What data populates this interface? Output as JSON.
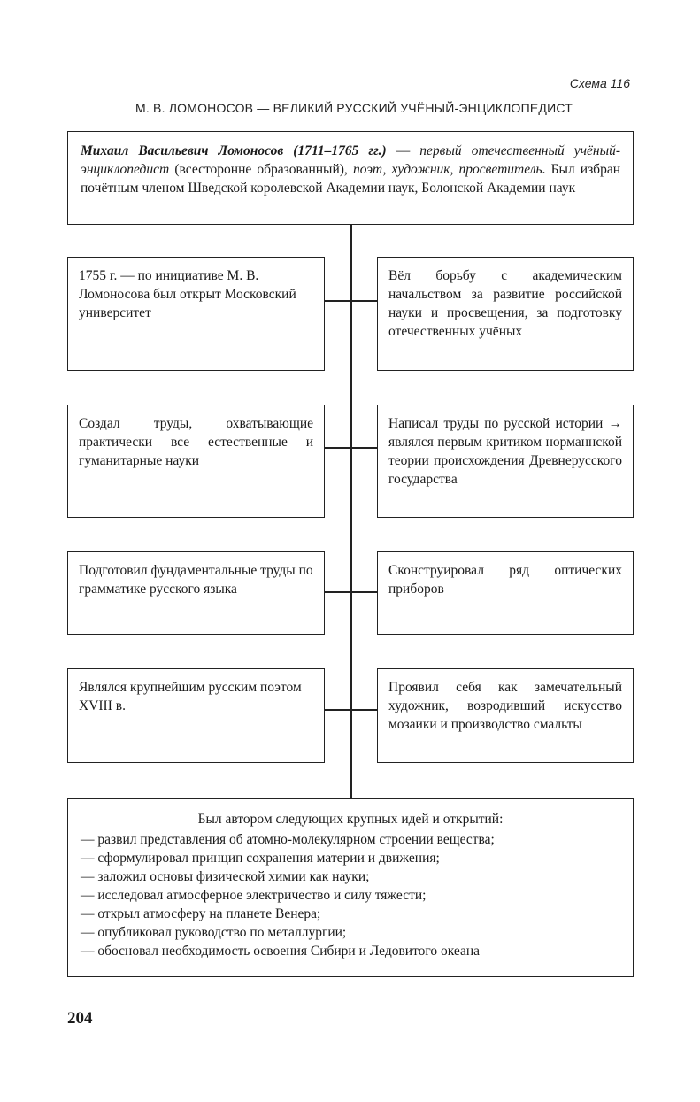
{
  "scheme_label": "Схема 116",
  "title": "М. В. ЛОМОНОСОВ — ВЕЛИКИЙ РУССКИЙ УЧЁНЫЙ-ЭНЦИКЛОПЕДИСТ",
  "intro": {
    "name": "Михаил Васильевич Ломоносов (1711–1765 гг.)",
    "dash": " — ",
    "role": "первый отечественный учёный-энциклопедист",
    "clarification": " (всесторонне образованный), ",
    "roles2": "поэт, художник, просветитель",
    "rest": ". Был избран почётным членом Шведской королевской Академии наук, Болонской Академии наук"
  },
  "cards": {
    "left": [
      "1755 г. — по инициативе М. В. Ломоносова был открыт Московский университет",
      "Создал труды, охватывающие практически все естественные и гуманитарные науки",
      "Подготовил фундаментальные труды по грамматике русского языка",
      "Являлся крупнейшим русским поэтом XVIII в."
    ],
    "right": [
      "Вёл борьбу с академическим начальством за развитие российской науки и просвещения, за подготовку отечественных учёных",
      "Написал труды по русской истории → являлся первым критиком норманнской теории происхождения Древнерусского государства",
      "Сконструировал ряд оптических приборов",
      "Проявил себя как замечательный художник, возродивший искусство мозаики и производство смальты"
    ]
  },
  "final": {
    "heading": "Был автором следующих крупных идей и открытий:",
    "items": [
      "— развил представления об атомно-молекулярном строении вещества;",
      "— сформулировал принцип сохранения материи и движения;",
      "— заложил основы физической химии как науки;",
      "— исследовал атмосферное электричество и силу тяжести;",
      "— открыл атмосферу на планете Венера;",
      "— опубликовал руководство по металлургии;",
      "— обосновал необходимость освоения Сибири и Ледовитого океана"
    ]
  },
  "page_number": "204"
}
